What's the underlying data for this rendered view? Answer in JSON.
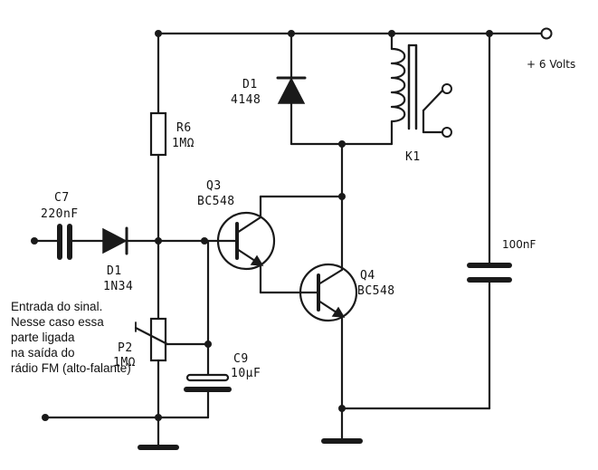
{
  "components": {
    "c7": {
      "ref": "C7",
      "value": "220nF"
    },
    "d1_input": {
      "ref": "D1",
      "value": "1N34"
    },
    "r6": {
      "ref": "R6",
      "value": "1MΩ"
    },
    "p2": {
      "ref": "P2",
      "value": "1MΩ"
    },
    "c9": {
      "ref": "C9",
      "value": "10µF"
    },
    "q3": {
      "ref": "Q3",
      "value": "BC548"
    },
    "q4": {
      "ref": "Q4",
      "value": "BC548"
    },
    "d1_relay": {
      "ref": "D1",
      "value": "4148"
    },
    "k1": {
      "ref": "K1"
    },
    "c_supply": {
      "value": "100nF"
    }
  },
  "supply_label": "+ 6 Volts",
  "note_lines": [
    "Entrada do sinal.",
    "Nesse caso essa",
    "parte ligada",
    "na saída do",
    "rádio FM (alto-falante)"
  ]
}
